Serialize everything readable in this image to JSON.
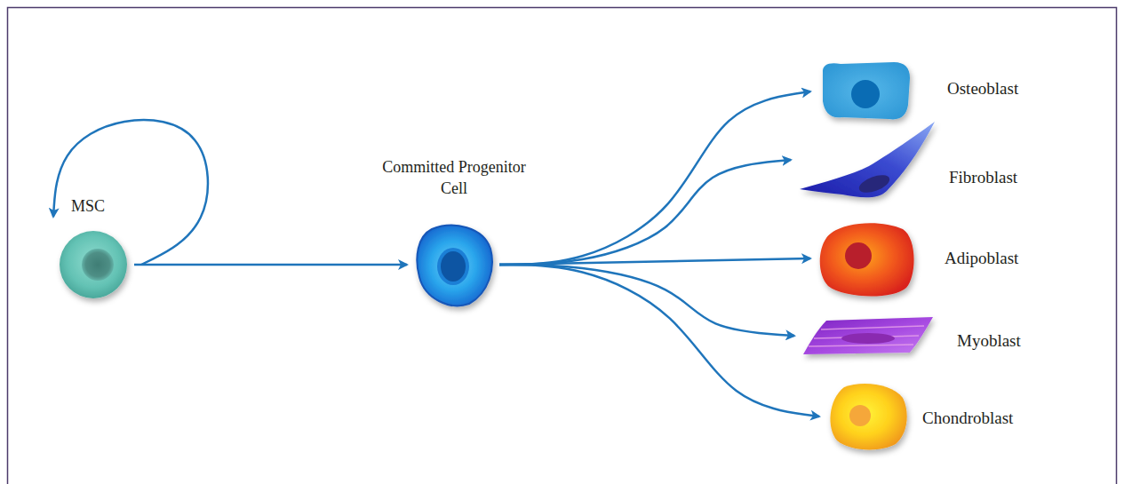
{
  "diagram": {
    "nodes": [
      {
        "text": [
          "MSC"
        ]
      },
      {
        "text": [
          "Committed Progenitor Cell"
        ]
      },
      {
        "text": [
          "Osteoblast"
        ]
      },
      {
        "text": [
          "Fibroblast"
        ]
      },
      {
        "text": [
          "Adipoblast"
        ]
      },
      {
        "text": [
          "Myoblast"
        ]
      },
      {
        "text": [
          "Chondroblast"
        ]
      }
    ],
    "edges": [
      {
        "from": 0,
        "to": 0,
        "arrow": "to"
      },
      {
        "from": 0,
        "to": 1,
        "arrow": "to"
      },
      {
        "from": 1,
        "to": 2,
        "arrow": "to"
      },
      {
        "from": 1,
        "to": 3,
        "arrow": "to"
      },
      {
        "from": 1,
        "to": 4,
        "arrow": "to"
      },
      {
        "from": 1,
        "to": 5,
        "arrow": "to"
      },
      {
        "from": 1,
        "to": 6,
        "arrow": "to"
      }
    ]
  }
}
